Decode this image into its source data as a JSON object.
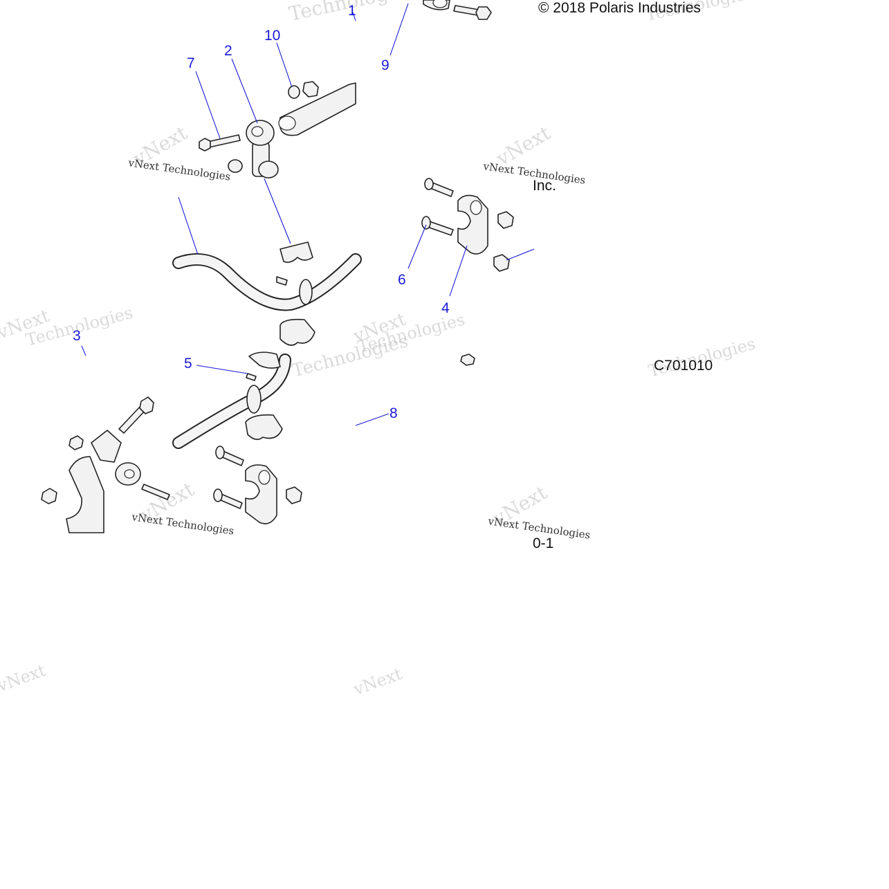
{
  "copyright": "© 2018 Polaris Industries",
  "copyright_fragment": "Inc.",
  "drawing_code": "C701010",
  "drawing_code_fragment": "0-1",
  "watermark": {
    "line1": "vNext",
    "line2": "Technologies",
    "caption": "vNext Technologies"
  },
  "callouts": [
    {
      "id": "1",
      "label": "1"
    },
    {
      "id": "2",
      "label": "2"
    },
    {
      "id": "3",
      "label": "3"
    },
    {
      "id": "4",
      "label": "4"
    },
    {
      "id": "5",
      "label": "5"
    },
    {
      "id": "6",
      "label": "6"
    },
    {
      "id": "7",
      "label": "7"
    },
    {
      "id": "8",
      "label": "8"
    },
    {
      "id": "9",
      "label": "9"
    },
    {
      "id": "10",
      "label": "10"
    }
  ],
  "colors": {
    "callout": "#1a1ad6",
    "linework": "#222222",
    "watermark": "#bdbdbd"
  }
}
